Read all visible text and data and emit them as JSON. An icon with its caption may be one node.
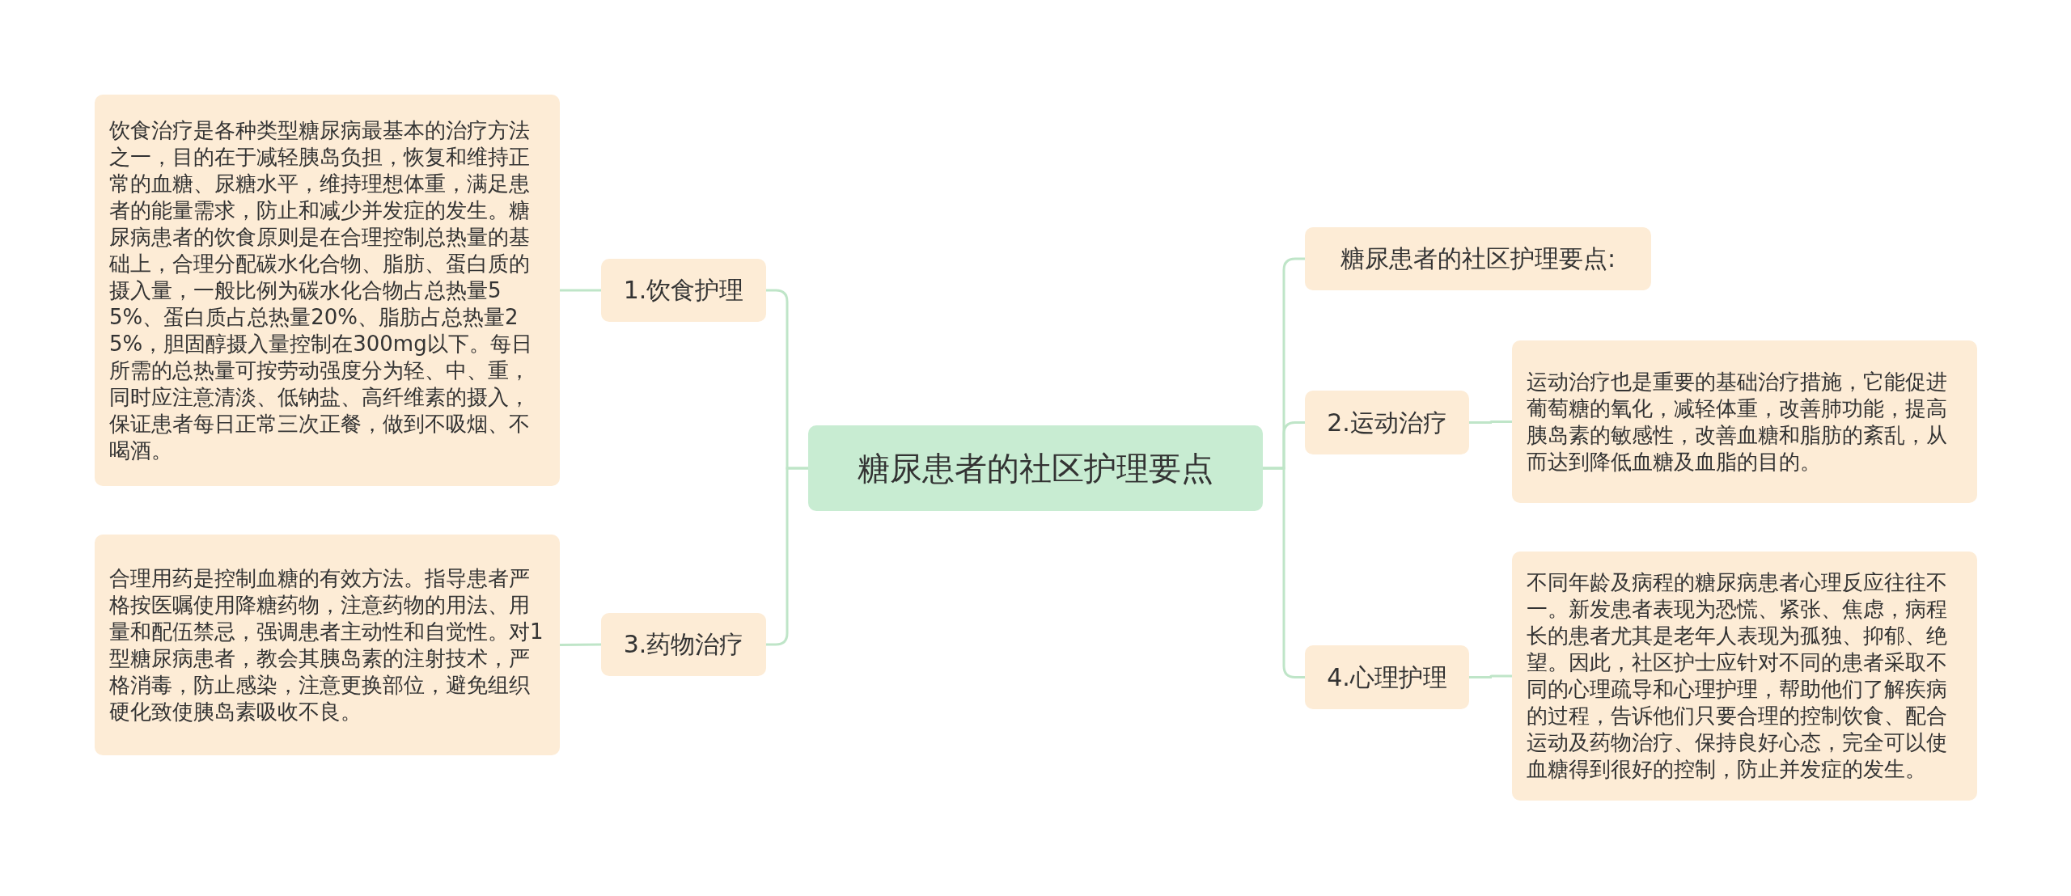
{
  "diagram": {
    "nodes": [
      {
        "text": [
          "糖尿患者的社区护理要点"
        ]
      },
      {
        "text": [
          "1.饮食护理"
        ]
      },
      {
        "text": [
          "饮食治疗是各种类型糖尿病最基本的治疗方法之一，目的在于减轻胰岛负担，恢复和维持正常的血糖、尿糖水平，维持理想体重，满足患者的能量需求，防止和减少并发症的发生。糖尿病患者的饮食原则是在合理控制总热量的基础上，合理分配碳水化合物、脂肪、蛋白质的摄入量，一般比例为碳水化合物占总热量55%、蛋白质占总热量20%、脂肪占总热量25%，胆固醇摄入量控制在300mg以下。每日所需的总热量可按劳动强度分为轻、中、重，同时应注意清淡、低钠盐、高纤维素的摄入，保证患者每日正常三次正餐，做到不吸烟、不喝酒。"
        ]
      },
      {
        "text": [
          "3.药物治疗"
        ]
      },
      {
        "text": [
          "合理用药是控制血糖的有效方法。指导患者严格按医嘱使用降糖药物，注意药物的用法、用量和配伍禁忌，强调患者主动性和自觉性。对1型糖尿病患者，教会其胰岛素的注射技术，严格消毒，防止感染，注意更换部位，避免组织硬化致使胰岛素吸收不良。"
        ]
      },
      {
        "text": [
          "糖尿患者的社区护理要点:"
        ]
      },
      {
        "text": [
          "2.运动治疗"
        ]
      },
      {
        "text": [
          "运动治疗也是重要的基础治疗措施，它能促进葡萄糖的氧化，减轻体重，改善肺功能，提高胰岛素的敏感性，改善血糖和脂肪的紊乱，从而达到降低血糖及血脂的目的。"
        ]
      },
      {
        "text": [
          "4.心理护理"
        ]
      },
      {
        "text": [
          "不同年龄及病程的糖尿病患者心理反应往往不一。新发患者表现为恐慌、紧张、焦虑，病程长的患者尤其是老年人表现为孤独、抑郁、绝望。因此，社区护士应针对不同的患者采取不同的心理疏导和心理护理，帮助他们了解疾病的过程，告诉他们只要合理的控制饮食、配合运动及药物治疗、保持良好心态，完全可以使血糖得到很好的控制，防止并发症的发生。"
        ]
      }
    ],
    "edges": [
      {
        "from": 0,
        "to": 1,
        "arrow": "none"
      },
      {
        "from": 1,
        "to": 2,
        "arrow": "none"
      },
      {
        "from": 0,
        "to": 3,
        "arrow": "none"
      },
      {
        "from": 3,
        "to": 4,
        "arrow": "none"
      },
      {
        "from": 0,
        "to": 5,
        "arrow": "none"
      },
      {
        "from": 0,
        "to": 6,
        "arrow": "none"
      },
      {
        "from": 6,
        "to": 7,
        "arrow": "none"
      },
      {
        "from": 0,
        "to": 8,
        "arrow": "none"
      },
      {
        "from": 8,
        "to": 9,
        "arrow": "none"
      }
    ]
  }
}
